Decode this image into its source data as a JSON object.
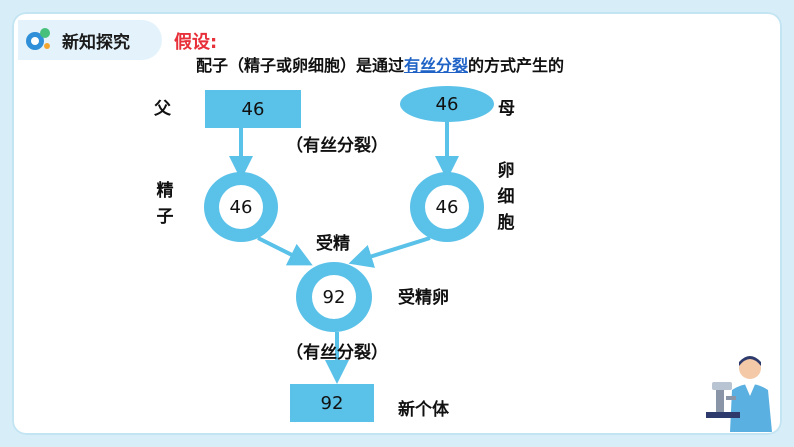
{
  "header": {
    "section_title": "新知探究",
    "logo_icon": "molecule-logo-icon"
  },
  "hypothesis": {
    "label": "假设:",
    "text_before": "配子（精子或卵细胞）是通过",
    "text_highlight": "有丝分裂",
    "text_after": "的方式产生的"
  },
  "diagram": {
    "father_label": "父",
    "mother_label": "母",
    "father_value": "46",
    "mother_value": "46",
    "division_note_top": "（有丝分裂）",
    "sperm_label": [
      "精",
      "子"
    ],
    "sperm_value": "46",
    "egg_label": [
      "卵",
      "细",
      "胞"
    ],
    "egg_value": "46",
    "fertilization_label": "受精",
    "zygote_label": "受精卵",
    "zygote_value": "92",
    "division_note_bottom": "（有丝分裂）",
    "offspring_label": "新个体",
    "offspring_value": "92"
  },
  "colors": {
    "shape_fill": "#5ac1e9",
    "hypothesis_label": "#e8303a",
    "highlight": "#1f63c6",
    "background": "#d7eef8"
  }
}
